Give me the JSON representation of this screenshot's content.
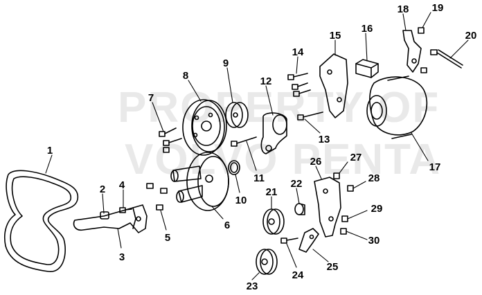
{
  "watermark": {
    "line1": "PROPERTY OF",
    "line2": "VOLVO PENTA"
  },
  "callouts": [
    "1",
    "2",
    "3",
    "4",
    "5",
    "6",
    "7",
    "8",
    "9",
    "10",
    "11",
    "12",
    "13",
    "14",
    "15",
    "16",
    "17",
    "18",
    "19",
    "20",
    "21",
    "22",
    "23",
    "24",
    "25",
    "26",
    "27",
    "28",
    "29",
    "30"
  ]
}
